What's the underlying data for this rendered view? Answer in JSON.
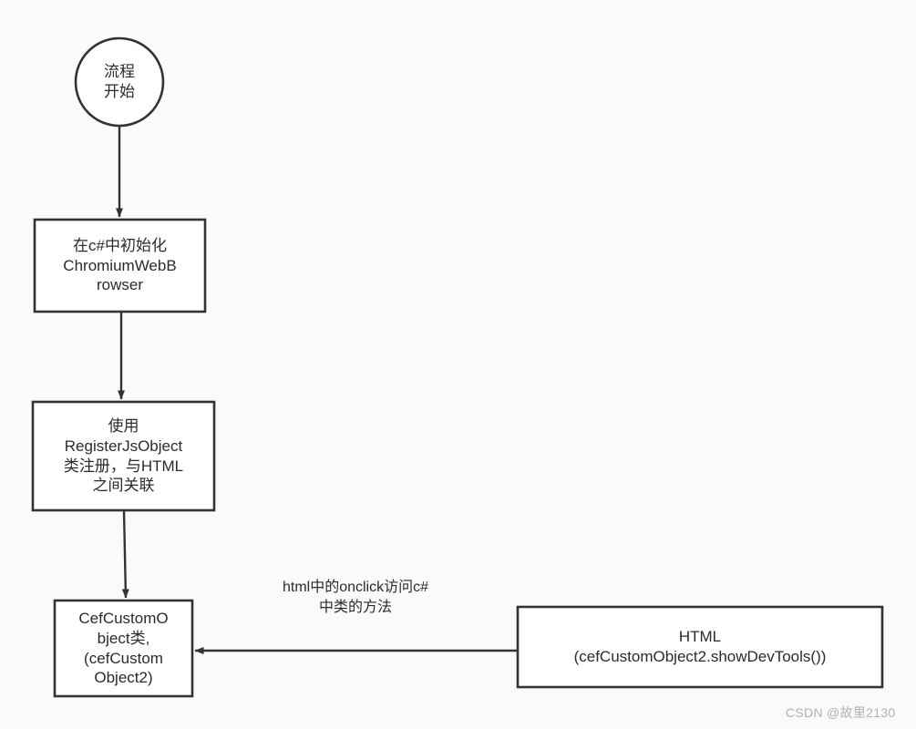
{
  "diagram": {
    "background_color": "#fafafa",
    "stroke_color": "#333333",
    "node_fill": "#ffffff",
    "text_color": "#2b2b2b",
    "nodes": [
      {
        "id": "start",
        "shape": "circle",
        "label": "流程\n开始"
      },
      {
        "id": "init-browser",
        "shape": "rect",
        "label": "在c#中初始化\nChromiumWebB\nrowser"
      },
      {
        "id": "register-js-object",
        "shape": "rect",
        "label": "使用\nRegisterJsObject\n类注册，与HTML\n之间关联"
      },
      {
        "id": "cef-custom-object",
        "shape": "rect",
        "label": "CefCustomO\nbject类,\n(cefCustom\nObject2)"
      },
      {
        "id": "html-page",
        "shape": "rect",
        "label": "HTML\n(cefCustomObject2.showDevTools())"
      }
    ],
    "edges": [
      {
        "id": "start-to-init",
        "from": "start",
        "to": "init-browser",
        "label": ""
      },
      {
        "id": "init-to-register",
        "from": "init-browser",
        "to": "register-js-object",
        "label": ""
      },
      {
        "id": "register-to-cef",
        "from": "register-js-object",
        "to": "cef-custom-object",
        "label": ""
      },
      {
        "id": "html-to-cef",
        "from": "html-page",
        "to": "cef-custom-object",
        "label": "html中的onclick访问c#\n中类的方法"
      }
    ]
  },
  "watermark": {
    "text": "CSDN @故里2130"
  }
}
